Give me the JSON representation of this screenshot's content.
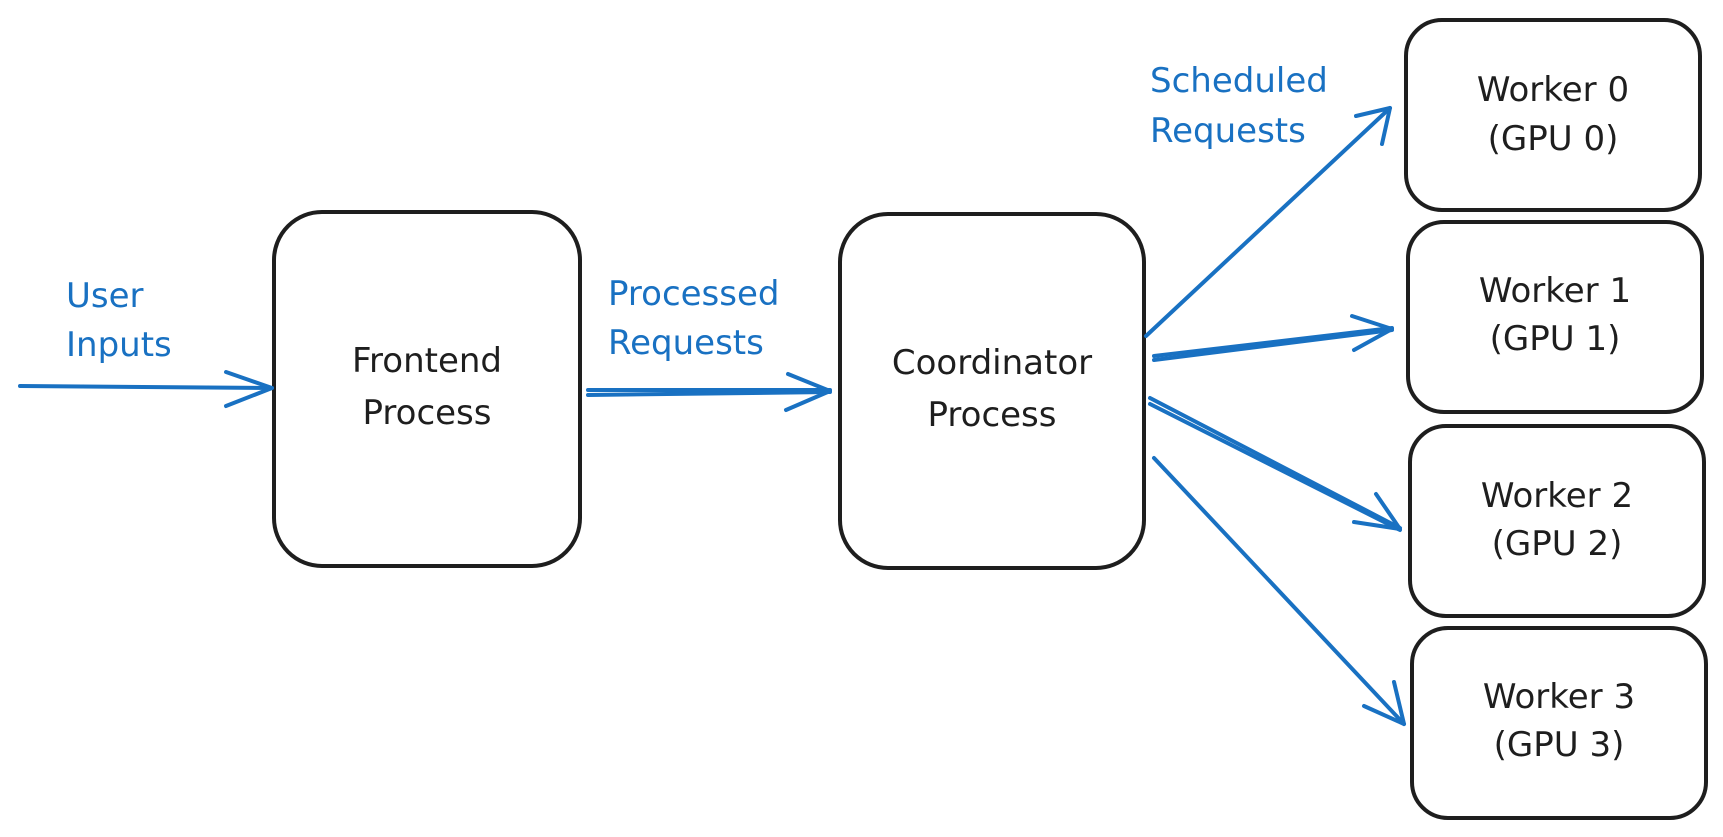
{
  "colors": {
    "edge": "#1971c2",
    "node_stroke": "#1e1e1e",
    "text": "#1e1e1e",
    "background": "#ffffff"
  },
  "nodes": {
    "frontend": {
      "line1": "Frontend",
      "line2": "Process"
    },
    "coordinator": {
      "line1": "Coordinator",
      "line2": "Process"
    },
    "workers": [
      {
        "line1": "Worker 0",
        "line2": "(GPU 0)"
      },
      {
        "line1": "Worker 1",
        "line2": "(GPU 1)"
      },
      {
        "line1": "Worker 2",
        "line2": "(GPU 2)"
      },
      {
        "line1": "Worker 3",
        "line2": "(GPU 3)"
      }
    ]
  },
  "edges": {
    "user_inputs": {
      "line1": "User",
      "line2": "Inputs"
    },
    "processed_requests": {
      "line1": "Processed",
      "line2": "Requests"
    },
    "scheduled_requests": {
      "line1": "Scheduled",
      "line2": "Requests"
    }
  }
}
